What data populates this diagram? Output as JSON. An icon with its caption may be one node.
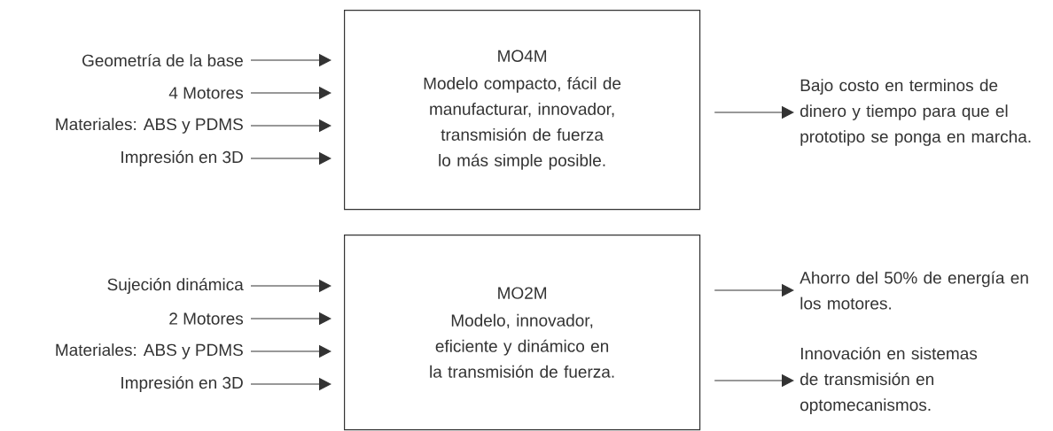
{
  "diagram": {
    "nodes": [
      {
        "text": [
          "Geometría de la base"
        ]
      },
      {
        "text": [
          "4 Motores"
        ]
      },
      {
        "text": [
          "Materiales: ABS y PDMS"
        ]
      },
      {
        "text": [
          "Impresión en 3D"
        ]
      },
      {
        "text": [
          "MO4M",
          "Modelo compacto, fácil de manufacturar, innovador, transmisión de fuerza lo más simple posible."
        ]
      },
      {
        "text": [
          "Bajo costo en terminos de dinero y tiempo para que el prototipo se ponga en marcha."
        ]
      },
      {
        "text": [
          "Sujeción dinámica"
        ]
      },
      {
        "text": [
          "2 Motores"
        ]
      },
      {
        "text": [
          "Materiales: ABS y PDMS"
        ]
      },
      {
        "text": [
          "Impresión en 3D"
        ]
      },
      {
        "text": [
          "MO2M",
          "Modelo, innovador, eficiente y dinámico en la transmisión de fuerza."
        ]
      },
      {
        "text": [
          "Ahorro del 50% de energía en los motores."
        ]
      },
      {
        "text": [
          "Innovación en sistemas de transmisión en optomecanismos."
        ]
      }
    ],
    "edges": [
      {
        "from": 0,
        "to": 4,
        "arrow": "to"
      },
      {
        "from": 1,
        "to": 4,
        "arrow": "to"
      },
      {
        "from": 2,
        "to": 4,
        "arrow": "to"
      },
      {
        "from": 3,
        "to": 4,
        "arrow": "to"
      },
      {
        "from": 4,
        "to": 5,
        "arrow": "to"
      },
      {
        "from": 6,
        "to": 10,
        "arrow": "to"
      },
      {
        "from": 7,
        "to": 10,
        "arrow": "to"
      },
      {
        "from": 8,
        "to": 10,
        "arrow": "to"
      },
      {
        "from": 9,
        "to": 10,
        "arrow": "to"
      },
      {
        "from": 10,
        "to": 11,
        "arrow": "to"
      },
      {
        "from": 10,
        "to": 12,
        "arrow": "to"
      }
    ]
  }
}
